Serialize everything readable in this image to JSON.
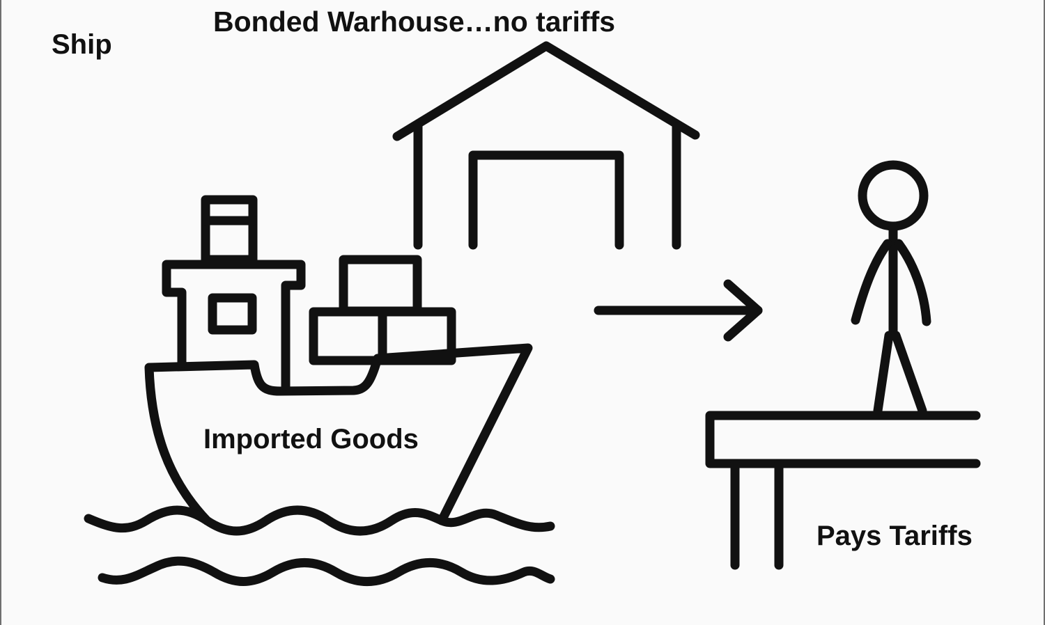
{
  "labels": {
    "ship": "Ship",
    "warehouse": "Bonded Warhouse…no tariffs",
    "goods": "Imported Goods",
    "tariffs": "Pays Tariffs"
  },
  "colors": {
    "ink": "#111111",
    "background": "#fafafa"
  },
  "icons": [
    "ship-icon",
    "warehouse-icon",
    "arrow-right-icon",
    "person-icon",
    "dock-icon",
    "waves-icon"
  ]
}
